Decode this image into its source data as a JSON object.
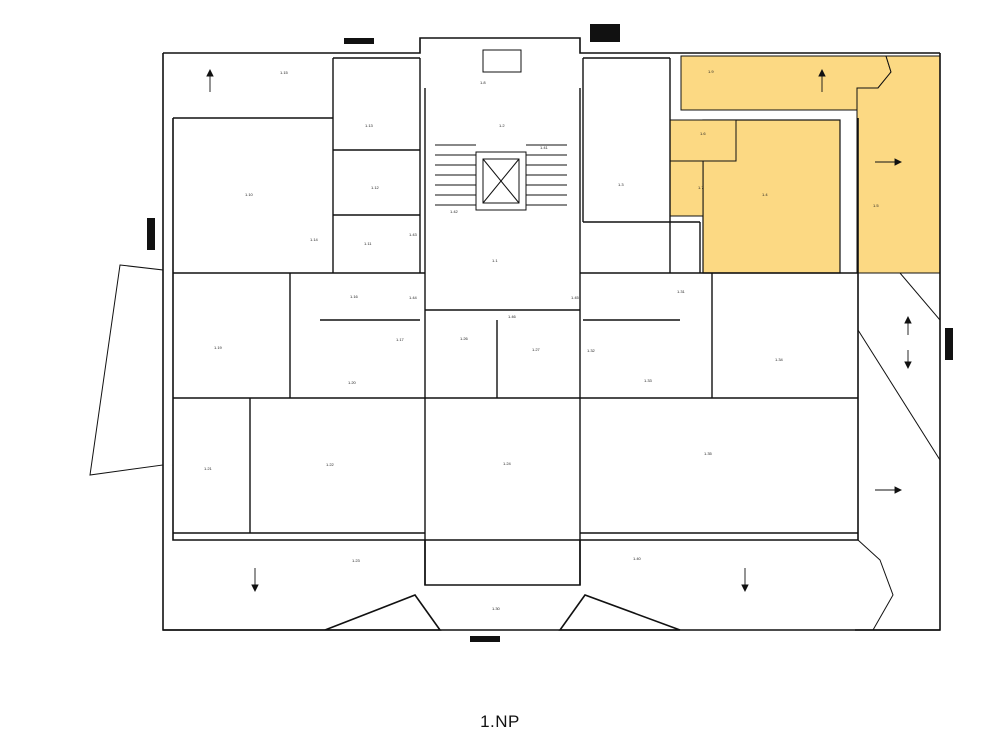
{
  "floor": {
    "label": "1.NP"
  },
  "colors": {
    "highlight": "#fcd983",
    "wall": "#111111"
  },
  "rooms": [
    {
      "id": "1.10",
      "label": "1.10"
    },
    {
      "id": "1.11",
      "label": "1.11"
    },
    {
      "id": "1.12",
      "label": "1.12"
    },
    {
      "id": "1.13",
      "label": "1.13"
    },
    {
      "id": "1.14",
      "label": "1.14"
    },
    {
      "id": "1.15",
      "label": "1.15"
    },
    {
      "id": "1.16",
      "label": "1.16"
    },
    {
      "id": "1.17",
      "label": "1.17"
    },
    {
      "id": "1.19",
      "label": "1.19"
    },
    {
      "id": "1.20",
      "label": "1.20"
    },
    {
      "id": "1.21",
      "label": "1.21"
    },
    {
      "id": "1.22",
      "label": "1.22"
    },
    {
      "id": "1.23",
      "label": "1.23"
    },
    {
      "id": "1.24",
      "label": "1.24"
    },
    {
      "id": "1.26",
      "label": "1.26"
    },
    {
      "id": "1.27",
      "label": "1.27"
    },
    {
      "id": "1.30",
      "label": "1.30"
    },
    {
      "id": "1.31",
      "label": "1.31"
    },
    {
      "id": "1.32",
      "label": "1.32"
    },
    {
      "id": "1.33",
      "label": "1.33"
    },
    {
      "id": "1.34",
      "label": "1.34"
    },
    {
      "id": "1.35",
      "label": "1.35"
    },
    {
      "id": "1.40",
      "label": "1.40"
    },
    {
      "id": "1.41",
      "label": "1.41"
    },
    {
      "id": "1.42",
      "label": "1.42"
    },
    {
      "id": "1.43",
      "label": "1.43"
    },
    {
      "id": "1.44",
      "label": "1.44"
    },
    {
      "id": "1.45",
      "label": "1.45"
    },
    {
      "id": "1.46",
      "label": "1.46"
    },
    {
      "id": "1.1",
      "label": "1.1"
    },
    {
      "id": "1.2",
      "label": "1.2"
    },
    {
      "id": "1.3",
      "label": "1.3"
    },
    {
      "id": "1.4",
      "label": "1.4"
    },
    {
      "id": "1.5",
      "label": "1.5"
    },
    {
      "id": "1.6",
      "label": "1.6"
    },
    {
      "id": "1.7",
      "label": "1.7"
    },
    {
      "id": "1.8",
      "label": "1.8"
    },
    {
      "id": "1.9",
      "label": "1.9"
    }
  ]
}
